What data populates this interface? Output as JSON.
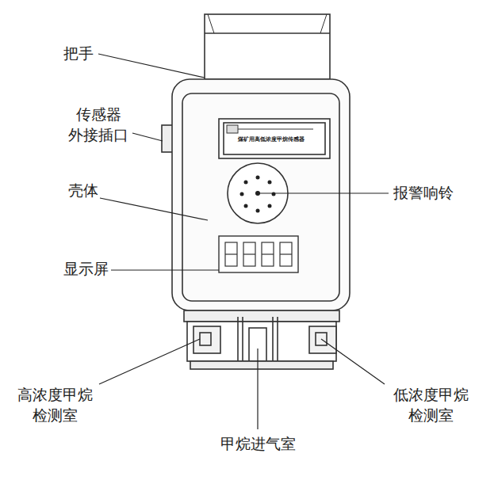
{
  "diagram": {
    "labels": [
      "把手",
      "传感器 外接插口",
      "壳体",
      "显示屏",
      "报警响铃",
      "煤矿用高低浓度甲烷传感器",
      "高浓度甲烷 检测室",
      "低浓度甲烷 检测室",
      "甲烷进气室"
    ]
  }
}
